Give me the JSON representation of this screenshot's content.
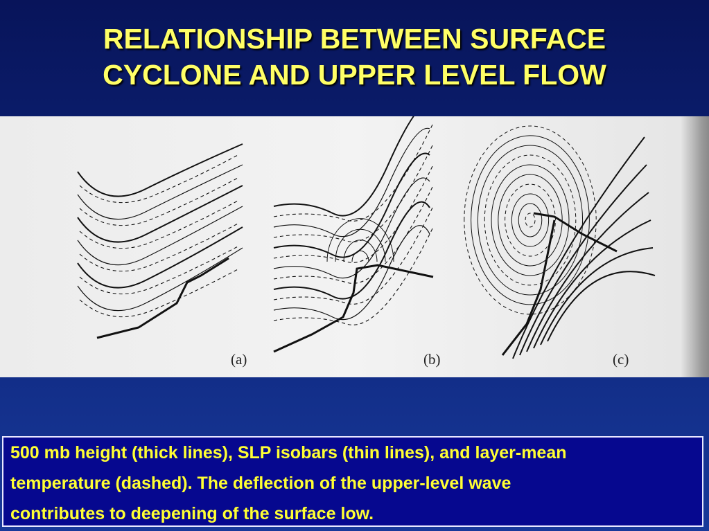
{
  "slide": {
    "title_line1": "RELATIONSHIP BETWEEN SURFACE",
    "title_line2": "CYCLONE AND UPPER LEVEL FLOW",
    "caption_line1": "500 mb height (thick lines), SLP isobars (thin lines), and layer-mean",
    "caption_line2": "temperature (dashed). The deflection of the upper-level wave",
    "caption_line3": "contributes to deepening of the surface low."
  },
  "figure": {
    "panel_labels": [
      "(a)",
      "(b)",
      "(c)"
    ],
    "colors": {
      "title": "#ffff66",
      "caption_text": "#ffff33",
      "caption_bg": "#06088f"
    }
  }
}
